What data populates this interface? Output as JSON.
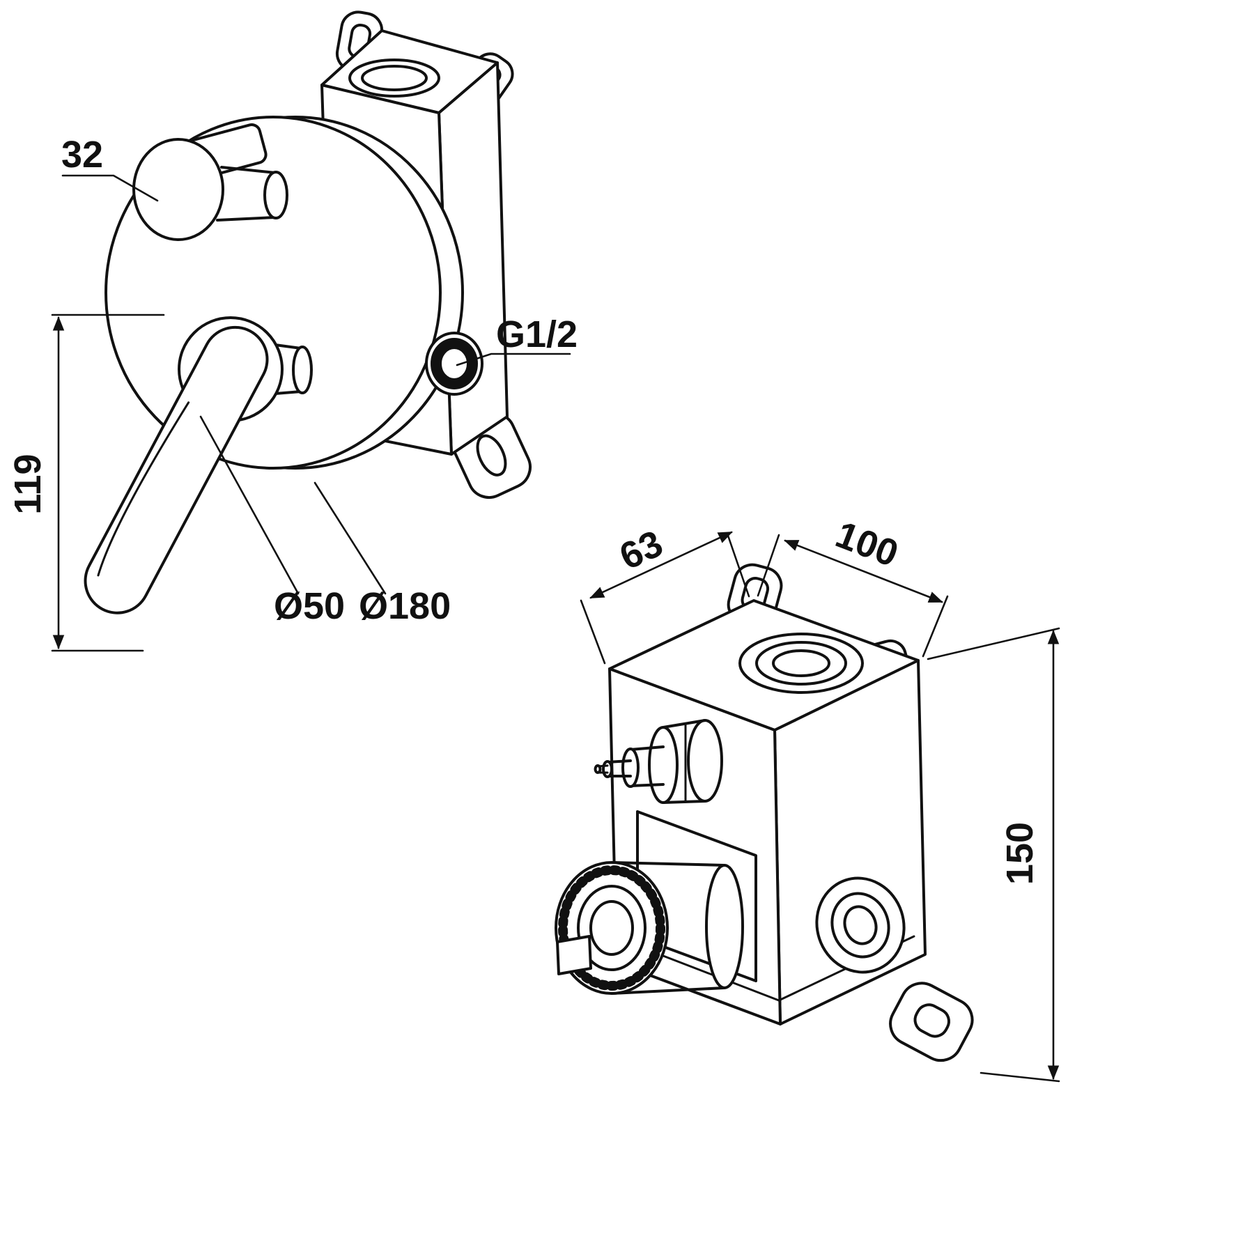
{
  "colors": {
    "line": "#111111",
    "background": "#ffffff"
  },
  "front_view": {
    "labels": {
      "knob_diameter": "32",
      "handle_height": "119",
      "handle_base_diameter": "Ø50",
      "plate_diameter": "Ø180",
      "connection_thread": "G1/2"
    }
  },
  "box_view": {
    "labels": {
      "depth": "63",
      "width": "100",
      "height": "150"
    }
  }
}
